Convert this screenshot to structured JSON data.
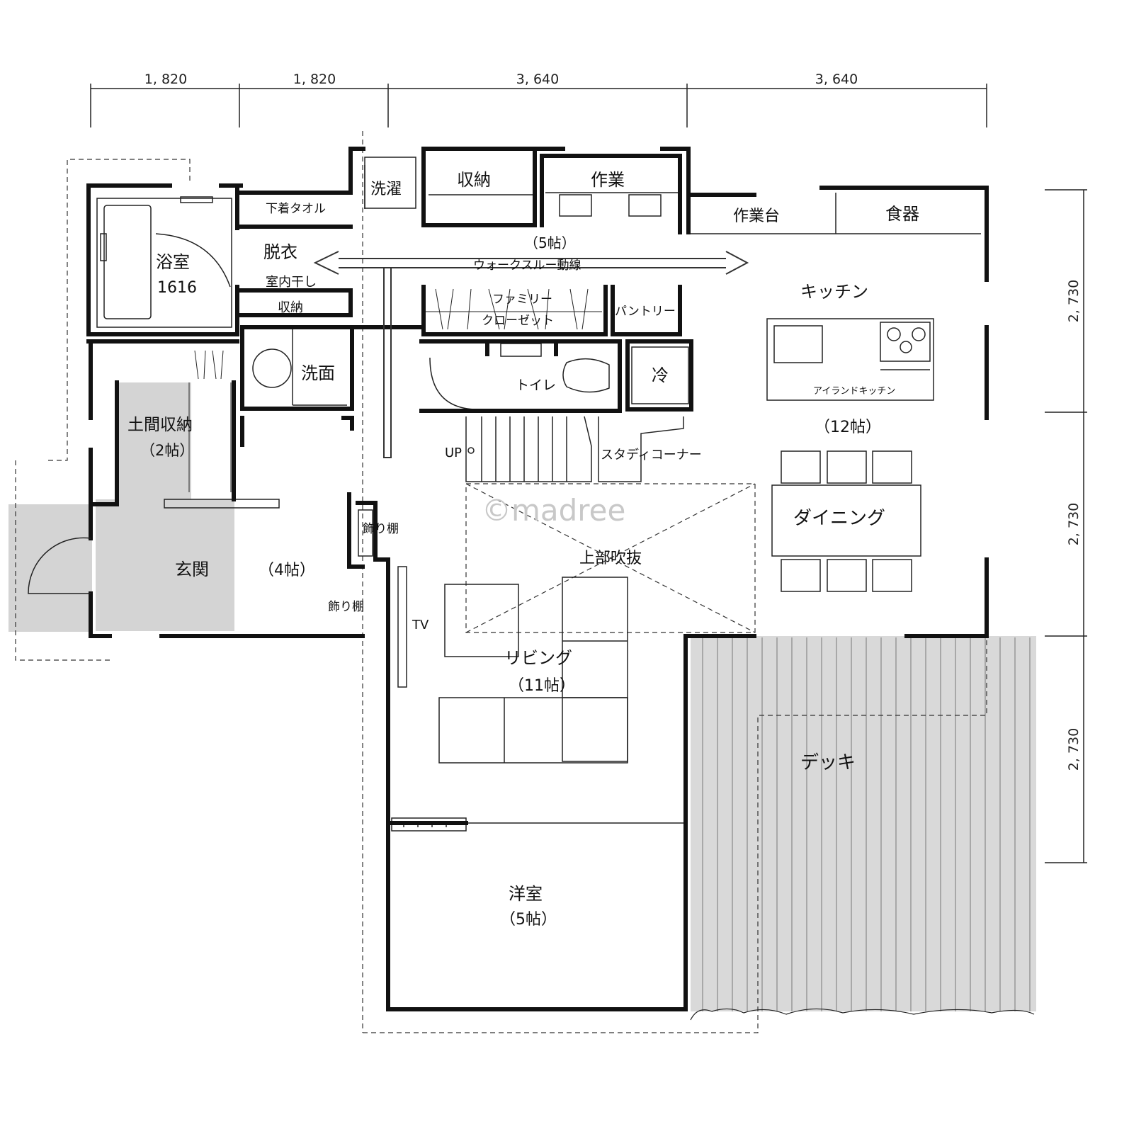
{
  "dimensions": {
    "top": [
      "1, 820",
      "1, 820",
      "3, 640",
      "3, 640"
    ],
    "right": [
      "2, 730",
      "2, 730",
      "2, 730"
    ]
  },
  "rooms": {
    "bath": "浴室",
    "bath_size": "1616",
    "underwear_towel": "下着タオル",
    "dressing": "脱衣",
    "indoor_drying": "室内干し",
    "storage_small": "収納",
    "laundry_shelf": "洗濯",
    "storage_top": "収納",
    "work_top": "作業",
    "work_counter": "作業台",
    "tableware": "食器",
    "walkthrough_size": "（5帖）",
    "walkthrough_line": "ウォークスルー動線",
    "family_closet_1": "ファミリー",
    "family_closet_2": "クローゼット",
    "pantry": "パントリー",
    "kitchen": "キッチン",
    "island_kitchen": "アイランドキッチン",
    "kitchen_size": "（12帖）",
    "washroom": "洗面",
    "toilet": "トイレ",
    "fridge": "冷",
    "doma_storage": "土間収納",
    "doma_storage_size": "（2帖）",
    "up": "UP",
    "study_corner": "スタディコーナー",
    "dining": "ダイニング",
    "entrance": "玄関",
    "hall_size": "（4帖）",
    "display_shelf_1": "飾り棚",
    "display_shelf_2": "飾り棚",
    "void_above": "上部吹抜",
    "tv": "TV",
    "living": "リビング",
    "living_size": "（11帖）",
    "deck": "デッキ",
    "western_room": "洋室",
    "western_room_size": "（5帖）"
  },
  "watermark": "©madree"
}
